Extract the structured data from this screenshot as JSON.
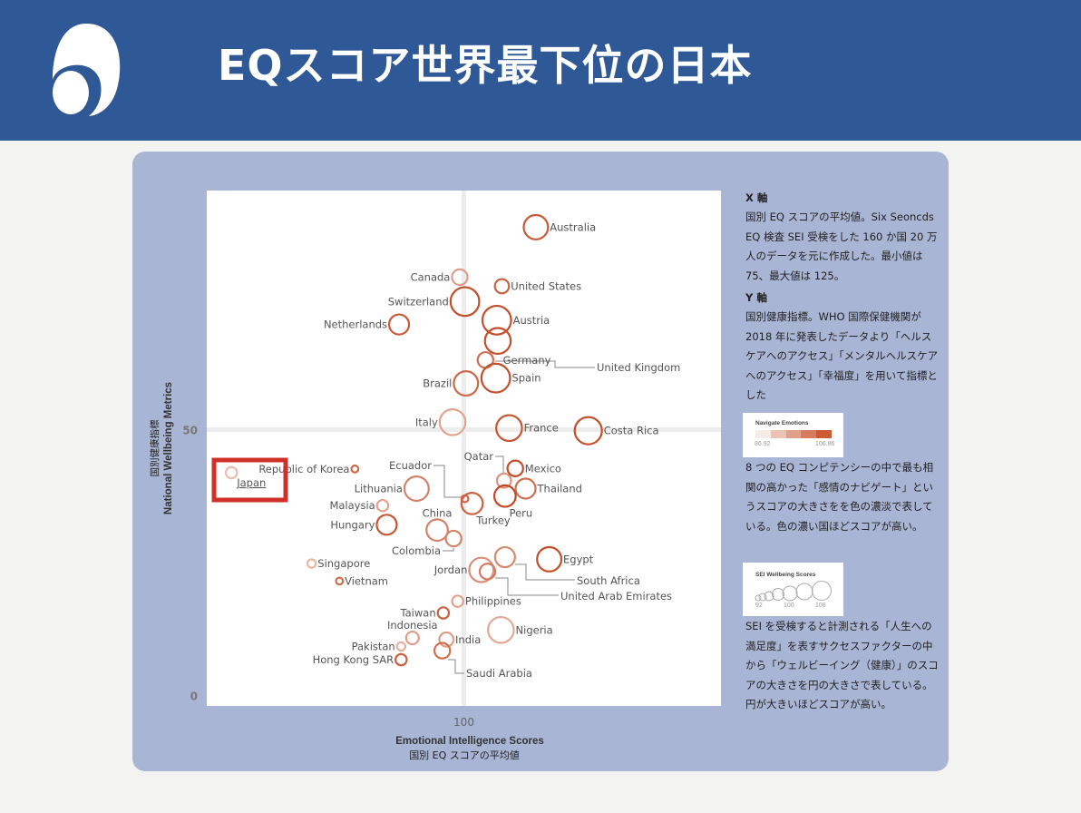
{
  "header": {
    "title": "EQスコア世界最下位の日本",
    "logo": "brand-logo"
  },
  "notes": {
    "x_heading": "X 軸",
    "x_text": "国別 EQ スコアの平均値。Six Seoncds EQ 検査 SEI 受検をした 160 か国 20 万人のデータを元に作成した。最小値は 75、最大値は 125。",
    "y_heading": "Y 軸",
    "y_text": "国別健康指標。WHO 国際保健機関が 2018 年に発表したデータより「ヘルスケアへのアクセス」「メンタルヘルスケアへのアクセス」「幸福度」を用いて指標とした",
    "color_text": "8 つの EQ コンピテンシーの中で最も相関の高かった「感情のナビゲート」というスコアの大きさをを色の濃淡で表している。色の濃い国ほどスコアが高い。",
    "size_text": "SEI を受検すると計測される「人生への満足度」を表すサクセスファクターの中から「ウェルビーイング（健康）」のスコアの大きさを円の大きさで表している。円が大きいほどスコアが高い。"
  },
  "legend_color": {
    "title": "Navigate Emotions",
    "min": "86.92",
    "max": "106.86",
    "colors": [
      "#f6ece8",
      "#ecc3b3",
      "#e1a089",
      "#d77c5e",
      "#cc5a34"
    ]
  },
  "legend_size": {
    "title": "SEI Wellbeing Scores",
    "labels": [
      "92",
      "100",
      "108"
    ]
  },
  "highlight": {
    "country": "Japan",
    "color": "#d0302a"
  },
  "chart_data": {
    "type": "scatter",
    "xlabel": "Emotional Intelligence Scores",
    "xlabel_sub": "国別 EQ スコアの平均値",
    "ylabel": "National Wellbeing Metrics",
    "ylabel_sub": "国別健康指標",
    "xlim": [
      75,
      125
    ],
    "ylim": [
      -2,
      95
    ],
    "xticks": [
      {
        "value": 100,
        "label": "100"
      }
    ],
    "yticks": [
      {
        "value": 0,
        "label": "0"
      },
      {
        "value": 50,
        "label": "50"
      }
    ],
    "size_range": [
      92,
      108
    ],
    "color_range": [
      86.92,
      106.86
    ],
    "points": [
      {
        "name": "Australia",
        "x": 107.0,
        "y": 88.1,
        "wellbeing": 105,
        "navigate": 103,
        "label": "right"
      },
      {
        "name": "Canada",
        "x": 99.6,
        "y": 78.7,
        "wellbeing": 99,
        "navigate": 93,
        "label": "left"
      },
      {
        "name": "United States",
        "x": 103.7,
        "y": 77.0,
        "wellbeing": 98,
        "navigate": 102,
        "label": "right"
      },
      {
        "name": "Switzerland",
        "x": 100.1,
        "y": 74.1,
        "wellbeing": 108,
        "navigate": 105,
        "label": "left"
      },
      {
        "name": "Austria",
        "x": 103.2,
        "y": 70.6,
        "wellbeing": 108,
        "navigate": 105,
        "label": "right"
      },
      {
        "name": "Netherlands",
        "x": 93.7,
        "y": 69.8,
        "wellbeing": 102,
        "navigate": 103,
        "label": "left"
      },
      {
        "name": "Germany",
        "x": 103.3,
        "y": 66.7,
        "wellbeing": 106,
        "navigate": 105,
        "label": "below"
      },
      {
        "name": "United Kingdom",
        "x": 102.1,
        "y": 63.1,
        "wellbeing": 99,
        "navigate": 100,
        "label": "leader"
      },
      {
        "name": "Spain",
        "x": 103.1,
        "y": 59.7,
        "wellbeing": 108,
        "navigate": 105,
        "label": "right"
      },
      {
        "name": "Brazil",
        "x": 100.2,
        "y": 58.7,
        "wellbeing": 105,
        "navigate": 101,
        "label": "left"
      },
      {
        "name": "Italy",
        "x": 98.9,
        "y": 51.4,
        "wellbeing": 106,
        "navigate": 92,
        "label": "left"
      },
      {
        "name": "France",
        "x": 104.4,
        "y": 50.3,
        "wellbeing": 106,
        "navigate": 104,
        "label": "right"
      },
      {
        "name": "Costa Rica",
        "x": 112.1,
        "y": 49.8,
        "wellbeing": 107,
        "navigate": 105,
        "label": "right"
      },
      {
        "name": "Japan",
        "x": 77.4,
        "y": 41.9,
        "wellbeing": 96,
        "navigate": 88,
        "label": "below"
      },
      {
        "name": "Republic of Korea",
        "x": 89.4,
        "y": 42.6,
        "wellbeing": 93,
        "navigate": 101,
        "label": "left"
      },
      {
        "name": "Ecuador",
        "x": 100.1,
        "y": 37.0,
        "wellbeing": 93,
        "navigate": 101,
        "label": "leader"
      },
      {
        "name": "Qatar",
        "x": 103.9,
        "y": 40.4,
        "wellbeing": 98,
        "navigate": 94,
        "label": "leader"
      },
      {
        "name": "Mexico",
        "x": 105.0,
        "y": 42.7,
        "wellbeing": 99,
        "navigate": 105,
        "label": "right"
      },
      {
        "name": "Thailand",
        "x": 106.0,
        "y": 38.9,
        "wellbeing": 102,
        "navigate": 100,
        "label": "right"
      },
      {
        "name": "Peru",
        "x": 104.0,
        "y": 37.5,
        "wellbeing": 103,
        "navigate": 106,
        "label": "below"
      },
      {
        "name": "Turkey",
        "x": 100.8,
        "y": 36.1,
        "wellbeing": 103,
        "navigate": 102,
        "label": "below"
      },
      {
        "name": "Lithuania",
        "x": 95.4,
        "y": 38.9,
        "wellbeing": 105,
        "navigate": 97,
        "label": "left"
      },
      {
        "name": "Malaysia",
        "x": 92.1,
        "y": 35.7,
        "wellbeing": 96,
        "navigate": 92,
        "label": "left"
      },
      {
        "name": "Hungary",
        "x": 92.5,
        "y": 32.1,
        "wellbeing": 102,
        "navigate": 104,
        "label": "left"
      },
      {
        "name": "China",
        "x": 97.4,
        "y": 31.1,
        "wellbeing": 103,
        "navigate": 97,
        "label": "above"
      },
      {
        "name": "Colombia",
        "x": 99.0,
        "y": 29.5,
        "wellbeing": 99,
        "navigate": 97,
        "label": "leader"
      },
      {
        "name": "Singapore",
        "x": 85.2,
        "y": 24.8,
        "wellbeing": 94,
        "navigate": 89,
        "label": "right"
      },
      {
        "name": "Vietnam",
        "x": 87.9,
        "y": 21.5,
        "wellbeing": 93,
        "navigate": 100,
        "label": "right"
      },
      {
        "name": "Egypt",
        "x": 108.3,
        "y": 25.6,
        "wellbeing": 105,
        "navigate": 105,
        "label": "right"
      },
      {
        "name": "South Africa",
        "x": 104.0,
        "y": 26.0,
        "wellbeing": 102,
        "navigate": 96,
        "label": "leader"
      },
      {
        "name": "Jordan",
        "x": 101.7,
        "y": 23.6,
        "wellbeing": 105,
        "navigate": 95,
        "label": "left"
      },
      {
        "name": "United Arab Emirates",
        "x": 102.3,
        "y": 23.3,
        "wellbeing": 99,
        "navigate": 98,
        "label": "leader"
      },
      {
        "name": "Philippines",
        "x": 99.4,
        "y": 17.7,
        "wellbeing": 96,
        "navigate": 92,
        "label": "right"
      },
      {
        "name": "Taiwan",
        "x": 98.0,
        "y": 15.5,
        "wellbeing": 96,
        "navigate": 102,
        "label": "left"
      },
      {
        "name": "Nigeria",
        "x": 103.6,
        "y": 12.3,
        "wellbeing": 106,
        "navigate": 91,
        "label": "right"
      },
      {
        "name": "India",
        "x": 98.3,
        "y": 10.5,
        "wellbeing": 98,
        "navigate": 93,
        "label": "right"
      },
      {
        "name": "Indonesia",
        "x": 95.0,
        "y": 10.8,
        "wellbeing": 97,
        "navigate": 93,
        "label": "above"
      },
      {
        "name": "Pakistan",
        "x": 93.9,
        "y": 9.2,
        "wellbeing": 94,
        "navigate": 90,
        "label": "left"
      },
      {
        "name": "Saudi Arabia",
        "x": 97.9,
        "y": 8.4,
        "wellbeing": 99,
        "navigate": 100,
        "label": "leader"
      },
      {
        "name": "Hong Kong SAR",
        "x": 93.9,
        "y": 6.7,
        "wellbeing": 96,
        "navigate": 102,
        "label": "left"
      }
    ]
  }
}
